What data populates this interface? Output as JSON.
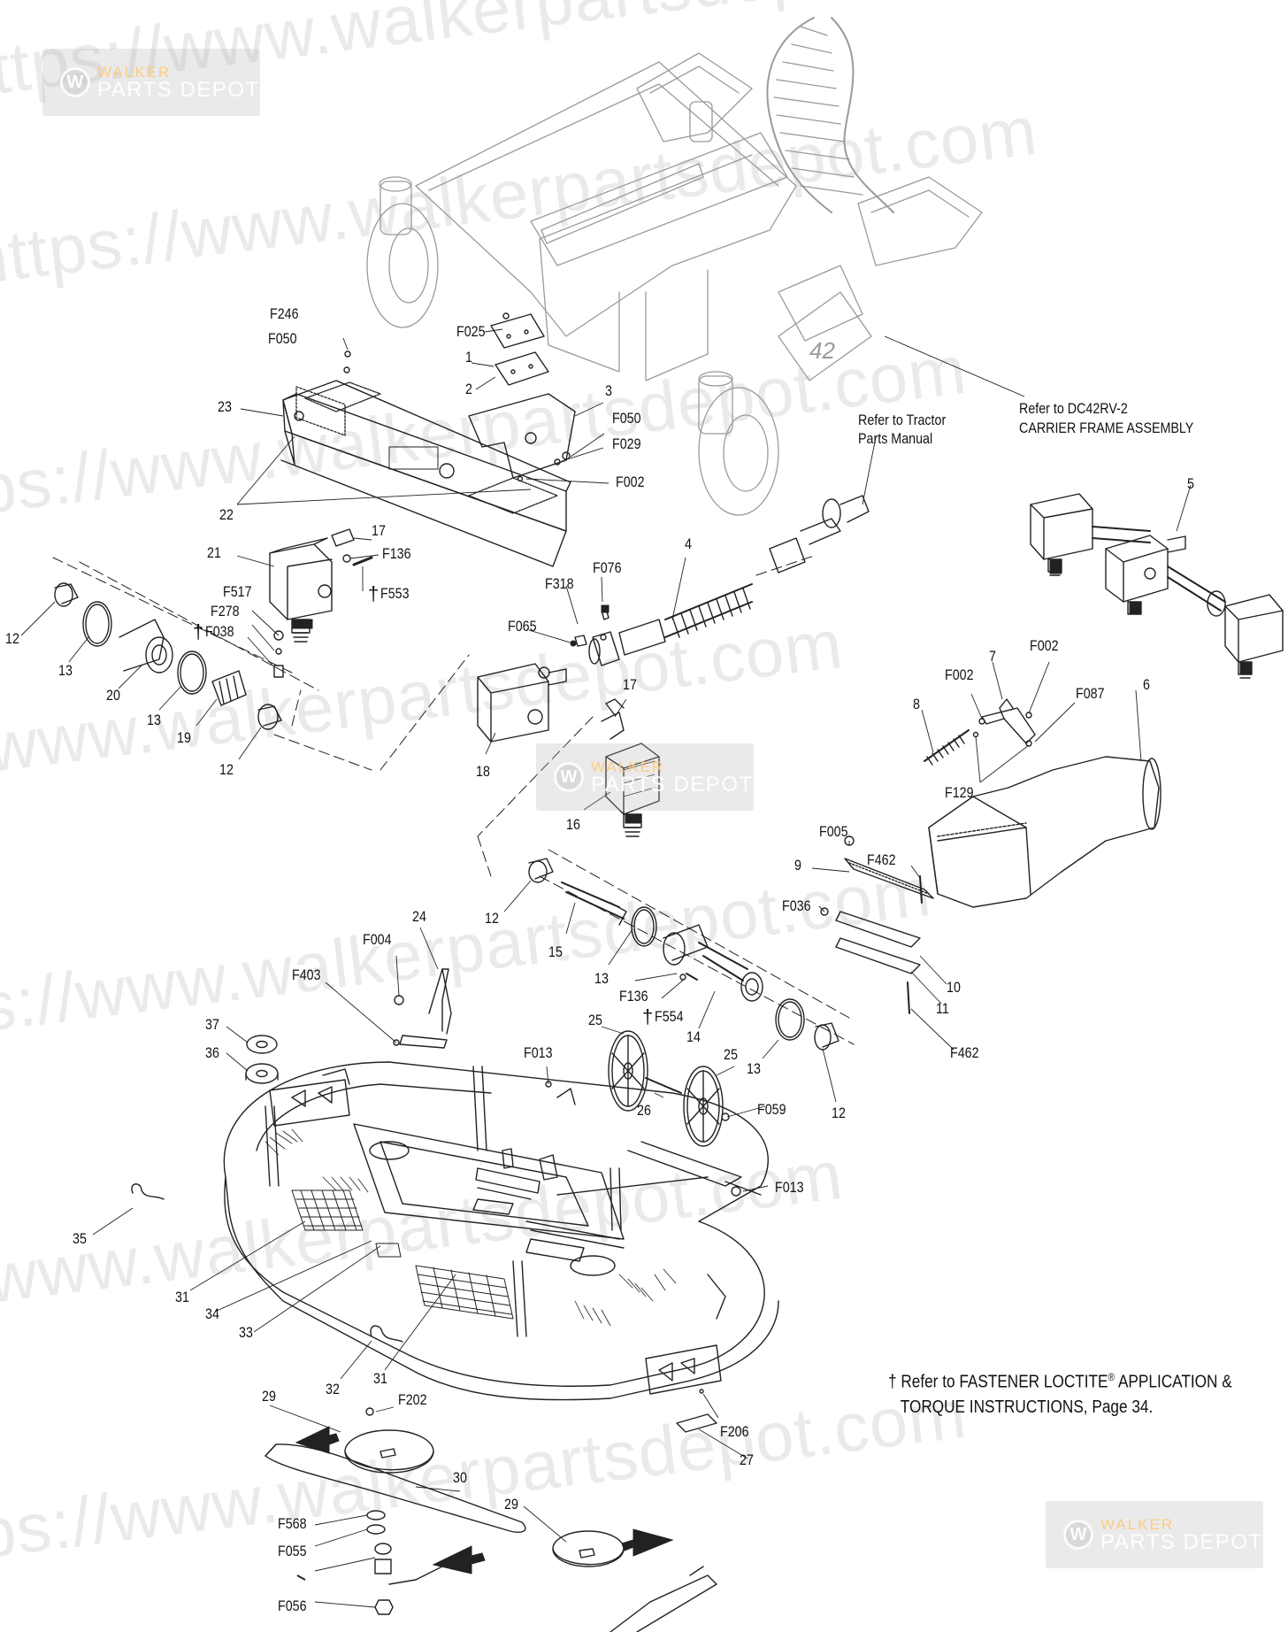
{
  "watermark": {
    "text": "https://www.walkerpartsdepot.com",
    "logo_brand": "WALKER",
    "logo_sub": "PARTS DEPOT"
  },
  "labels": {
    "F246": "F246",
    "F050_a": "F050",
    "F025": "F025",
    "n1": "1",
    "n2": "2",
    "n3": "3",
    "F050_b": "F050",
    "F029": "F029",
    "F002_a": "F002",
    "n23": "23",
    "n22": "22",
    "n21": "21",
    "n17_a": "17",
    "F136_a": "F136",
    "F553": "F553",
    "F517": "F517",
    "F278": "F278",
    "F038": "F038",
    "n12_a": "12",
    "n13_a": "13",
    "n20": "20",
    "n13_b": "13",
    "n19": "19",
    "n12_b": "12",
    "F318": "F318",
    "F076": "F076",
    "n4": "4",
    "F065": "F065",
    "n18": "18",
    "n17_b": "17",
    "n16": "16",
    "n5": "5",
    "F002_b": "F002",
    "n7": "7",
    "F002_c": "F002",
    "F087": "F087",
    "n8": "8",
    "n6": "6",
    "F129": "F129",
    "F005": "F005",
    "F462_a": "F462",
    "n9": "9",
    "F036": "F036",
    "n10": "10",
    "n11": "11",
    "F462_b": "F462",
    "n12_c": "12",
    "n15": "15",
    "n13_c": "13",
    "F136_b": "F136",
    "F554": "F554",
    "n14": "14",
    "n13_d": "13",
    "n12_d": "12",
    "n24": "24",
    "F004": "F004",
    "F403": "F403",
    "n37": "37",
    "n36": "36",
    "F013_a": "F013",
    "n25_a": "25",
    "n25_b": "25",
    "n26": "26",
    "F059": "F059",
    "F013_b": "F013",
    "n35": "35",
    "n31_a": "31",
    "n34": "34",
    "n33": "33",
    "n32": "32",
    "n31_b": "31",
    "n29_a": "29",
    "F202": "F202",
    "F206": "F206",
    "n27": "27",
    "n30": "30",
    "F568": "F568",
    "F055": "F055",
    "F056": "F056",
    "n29_b": "29",
    "ref_tractor_1": "Refer to Tractor",
    "ref_tractor_2": "Parts Manual",
    "ref_carrier_1": "Refer to DC42RV-2",
    "ref_carrier_2": "CARRIER FRAME ASSEMBLY",
    "deck_size": "42"
  },
  "loctite_note": {
    "line1": "Refer to FASTENER LOCTITE",
    "registered": "®",
    "line1_end": "APPLICATION &",
    "line2": "TORQUE INSTRUCTIONS, Page 34.",
    "dagger": "†"
  }
}
